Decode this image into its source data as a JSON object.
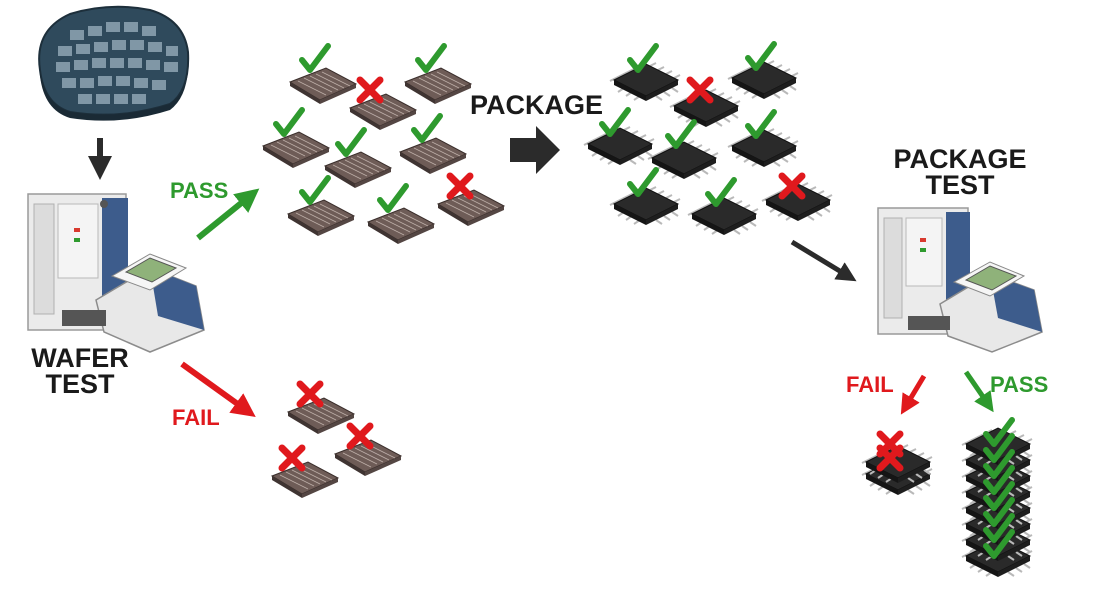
{
  "labels": {
    "wafer_test_line1": "WAFER",
    "wafer_test_line2": "TEST",
    "package": "PACKAGE",
    "package_test_line1": "PACKAGE",
    "package_test_line2": "TEST",
    "pass_1": "PASS",
    "fail_1": "FAIL",
    "fail_2": "FAIL",
    "pass_2": "PASS"
  },
  "colors": {
    "pass": "#2e9a2e",
    "fail": "#e0191d",
    "neutral_arrow": "#2b2b2b",
    "die": "#6e5c57",
    "chip": "#2a2a2a",
    "wafer": "#2f4a5c",
    "tester_body": "#e9e9e9",
    "tester_accent": "#3d5c8c"
  },
  "icons": {
    "pass_mark": "check-icon",
    "fail_mark": "x-icon"
  }
}
